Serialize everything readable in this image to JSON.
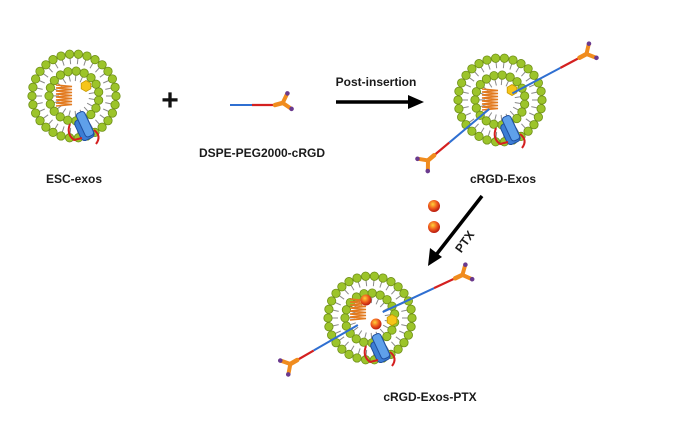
{
  "labels": {
    "esc_exos": "ESC-exos",
    "plus": "+",
    "dspe": "DSPE-PEG2000-cRGD",
    "post_insertion": "Post-insertion",
    "crgd_exos": "cRGD-Exos",
    "ptx": "PTX",
    "crgd_exos_ptx": "cRGD-Exos-PTX"
  },
  "colors": {
    "head": "#9cc42a",
    "head_stroke": "#6e8f17",
    "tail": "#8a8a8a",
    "spring": "#e27a1f",
    "hexagon": "#f6c51a",
    "protein": "#3c7dd4",
    "red_loop": "#d42020",
    "peg": "#2f6fd1",
    "ligand": "#f08c1e",
    "ligand_tip": "#6a3a8e",
    "ptx_drug": "#e0301e",
    "arrow": "#000000"
  }
}
